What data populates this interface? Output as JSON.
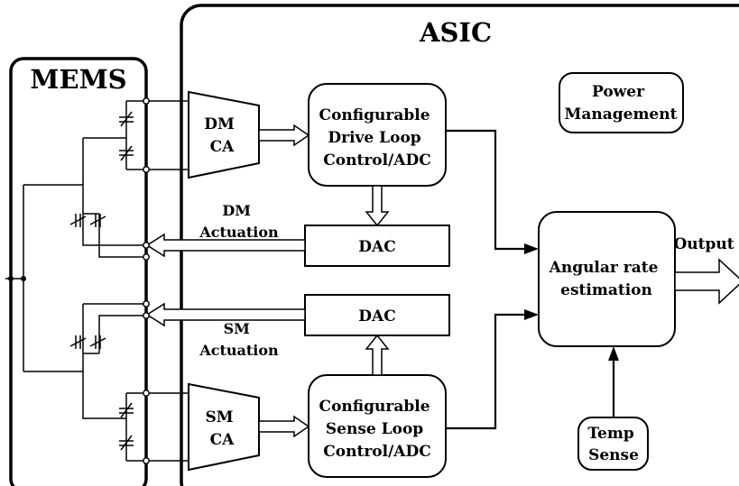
{
  "asic": {
    "title": "ASIC"
  },
  "mems": {
    "title": "MEMS"
  },
  "blocks": {
    "power": [
      "Power",
      "Management"
    ],
    "drive_loop": [
      "Configurable",
      "Drive Loop",
      "Control/ADC"
    ],
    "sense_loop": [
      "Configurable",
      "Sense Loop",
      "Control/ADC"
    ],
    "dac_dm": "DAC",
    "dac_sm": "DAC",
    "angular": [
      "Angular rate",
      "estimation"
    ],
    "temp": [
      "Temp",
      "Sense"
    ]
  },
  "amps": {
    "dm": [
      "DM",
      "CA"
    ],
    "sm": [
      "SM",
      "CA"
    ]
  },
  "labels": {
    "dm_actuation": [
      "DM",
      "Actuation"
    ],
    "sm_actuation": [
      "SM",
      "Actuation"
    ],
    "output": "Output"
  }
}
